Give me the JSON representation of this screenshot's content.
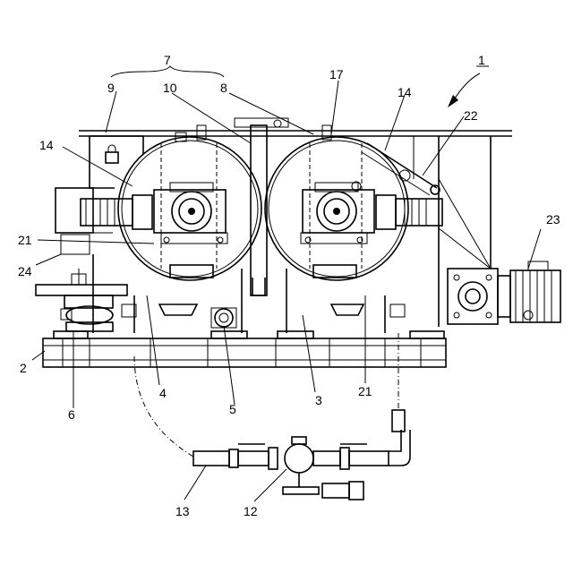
{
  "figure": {
    "labels": {
      "l1": "1",
      "l2": "2",
      "l3": "3",
      "l4": "4",
      "l5": "5",
      "l6": "6",
      "l7": "7",
      "l8": "8",
      "l9": "9",
      "l10": "10",
      "l12": "12",
      "l13": "13",
      "l14a": "14",
      "l14b": "14",
      "l17": "17",
      "l21a": "21",
      "l21b": "21",
      "l22": "22",
      "l23": "23",
      "l24": "24"
    }
  }
}
